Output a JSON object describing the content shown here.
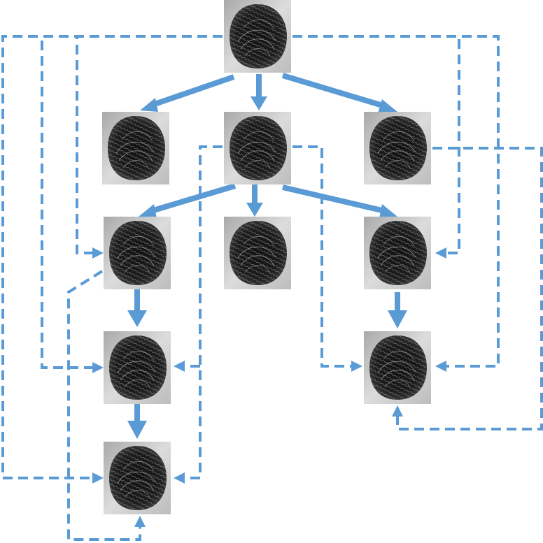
{
  "diagram": {
    "accent_color": "#5b9bd5",
    "nodes": [
      {
        "id": "root",
        "kind": "fingerprint-image"
      },
      {
        "id": "l1-left",
        "kind": "fingerprint-image"
      },
      {
        "id": "l1-center",
        "kind": "fingerprint-image"
      },
      {
        "id": "l1-right",
        "kind": "fingerprint-image"
      },
      {
        "id": "l2-left",
        "kind": "fingerprint-image"
      },
      {
        "id": "l2-center",
        "kind": "fingerprint-image"
      },
      {
        "id": "l2-right",
        "kind": "fingerprint-image"
      },
      {
        "id": "l3-left",
        "kind": "fingerprint-image"
      },
      {
        "id": "l3-right",
        "kind": "fingerprint-image"
      },
      {
        "id": "l4-left",
        "kind": "fingerprint-image"
      }
    ],
    "solid_edges": [
      [
        "root",
        "l1-left"
      ],
      [
        "root",
        "l1-center"
      ],
      [
        "root",
        "l1-right"
      ],
      [
        "l1-center",
        "l2-left"
      ],
      [
        "l1-center",
        "l2-center"
      ],
      [
        "l1-center",
        "l2-right"
      ],
      [
        "l2-left",
        "l3-left"
      ],
      [
        "l3-left",
        "l4-left"
      ],
      [
        "l2-right",
        "l3-right"
      ]
    ],
    "dashed_edges": [
      [
        "root",
        "l2-left"
      ],
      [
        "root",
        "l3-left"
      ],
      [
        "root",
        "l4-left"
      ],
      [
        "root",
        "l2-right"
      ],
      [
        "root",
        "l3-right"
      ],
      [
        "l1-center",
        "l3-left"
      ],
      [
        "l1-center",
        "l4-left"
      ],
      [
        "l1-center",
        "l3-right"
      ],
      [
        "l1-right",
        "l3-right"
      ],
      [
        "l2-left",
        "l4-left"
      ]
    ]
  }
}
